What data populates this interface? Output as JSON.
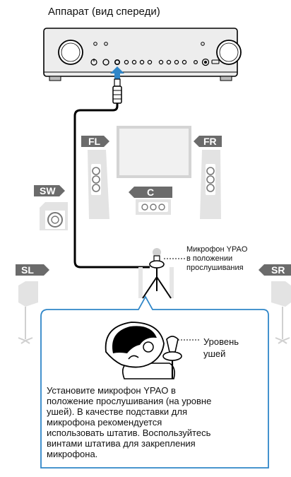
{
  "title": "Аппарат (вид спереди)",
  "speakers": {
    "fl": "FL",
    "fr": "FR",
    "c": "C",
    "sw": "SW",
    "sl": "SL",
    "sr": "SR"
  },
  "mic_label": [
    "Микрофон YPAO",
    "в положении",
    "прослушивания"
  ],
  "ear_label": [
    "Уровень",
    "ушей"
  ],
  "instruction": [
    "Установите микрофон YPAO в",
    "положение прослушивания (на уровне",
    "ушей). В качестве подставки для",
    "микрофона рекомендуется",
    "использовать штатив. Воспользуйтесь",
    "винтами штатива для закрепления",
    "микрофона."
  ],
  "colors": {
    "speaker_tag": "#6b6b6b",
    "speaker_body": "#e3e3e3",
    "callout_border": "#2f86c8",
    "arrow": "#2f86c8",
    "cable": "#000000"
  }
}
